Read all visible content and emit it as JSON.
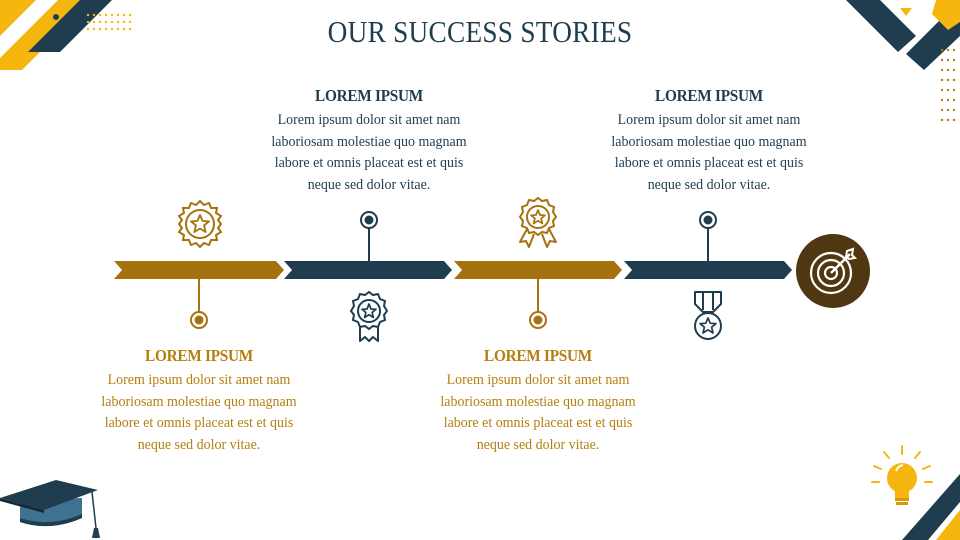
{
  "slide": {
    "title": "OUR SUCCESS STORIES"
  },
  "colors": {
    "navy": "#1f3d4f",
    "gold": "#a6720f",
    "amber": "#f5b70f",
    "brown": "#4f3811"
  },
  "milestones": [
    {
      "heading": "LOREM IPSUM",
      "body": "Lorem ipsum dolor sit amet nam laboriosam molestiae quo magnam labore et omnis placeat est et quis neque sed dolor vitae.",
      "icon": "rosette-star-icon"
    },
    {
      "heading": "LOREM IPSUM",
      "body": "Lorem ipsum dolor sit amet nam laboriosam molestiae quo magnam labore et omnis placeat est et quis neque sed dolor vitae.",
      "icon": "award-badge-icon"
    },
    {
      "heading": "LOREM IPSUM",
      "body": "Lorem ipsum dolor sit amet nam laboriosam molestiae quo magnam labore et omnis placeat est et quis neque sed dolor vitae.",
      "icon": "ribbon-star-icon"
    },
    {
      "heading": "LOREM IPSUM",
      "body": "Lorem ipsum dolor sit amet nam laboriosam molestiae quo magnam labore et omnis placeat est et quis neque sed dolor vitae.",
      "icon": "medal-icon"
    }
  ],
  "goal": {
    "icon": "target-icon"
  }
}
